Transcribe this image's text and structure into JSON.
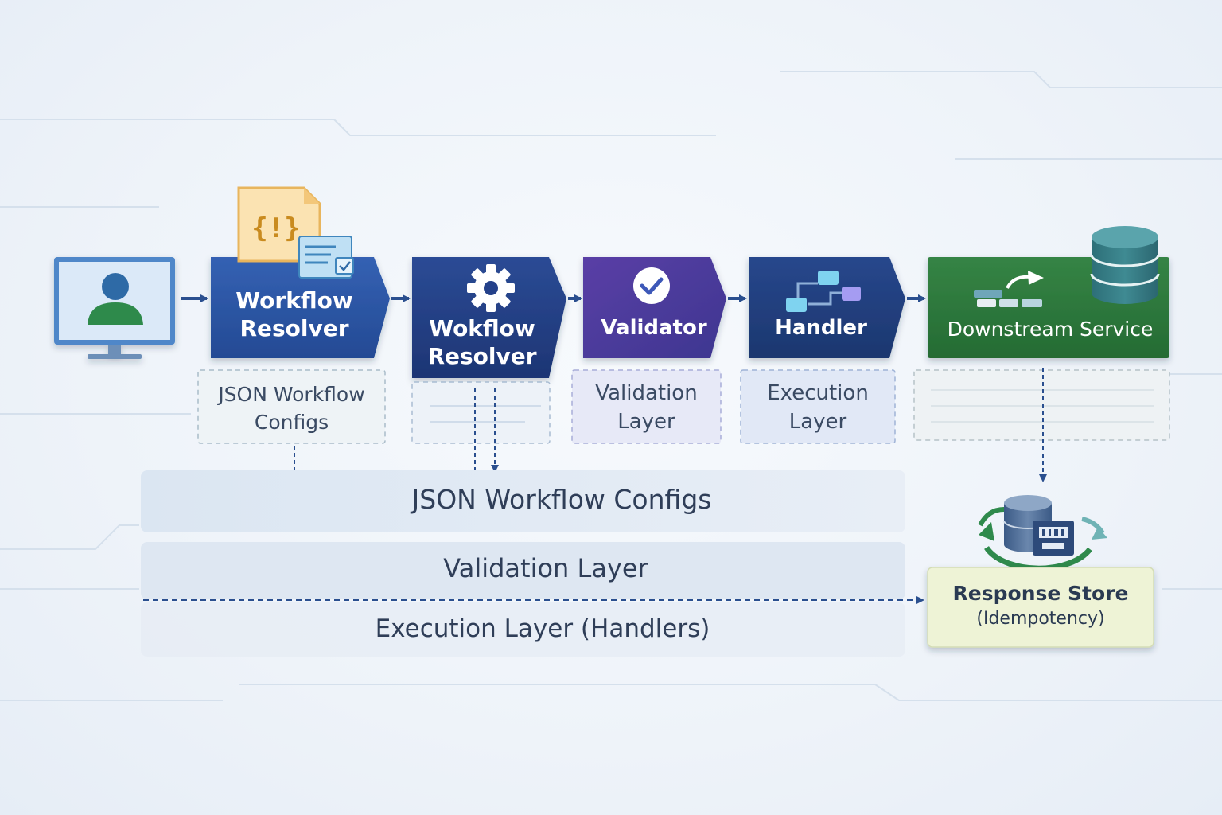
{
  "stages": [
    {
      "id": "workflow-resolver-1",
      "label_line1": "Workflow",
      "label_line2": "Resolver",
      "sub_line1": "JSON Workflow",
      "sub_line2": "Configs",
      "icon": "json-document-icon",
      "color": "#2f57a8"
    },
    {
      "id": "workflow-resolver-2",
      "label_line1": "Wokflow",
      "label_line2": "Resolver",
      "icon": "gear-icon",
      "color": "#243f86"
    },
    {
      "id": "validator",
      "label_line1": "Validator",
      "sub_line1": "Validation",
      "sub_line2": "Layer",
      "icon": "check-circle-icon",
      "color": "#4b3a98"
    },
    {
      "id": "handler",
      "label_line1": "Handler",
      "sub_line1": "Execution",
      "sub_line2": "Layer",
      "icon": "flow-nodes-icon",
      "color": "#23407f"
    },
    {
      "id": "downstream-service",
      "label_line1": "Downstream Service",
      "icon": "database-icon",
      "color": "#2f7a3c"
    }
  ],
  "client": {
    "icon": "user-monitor-icon"
  },
  "layers": {
    "configs": "JSON Workflow Configs",
    "validation": "Validation Layer",
    "execution": "Execution Layer (Handlers)"
  },
  "response_store": {
    "title": "Response Store",
    "subtitle": "(Idempotency)",
    "icon": "sync-database-icon"
  },
  "colors": {
    "arrow": "#2a4f8f",
    "resolver": "#2f57a8",
    "validator": "#4b3a98",
    "handler": "#23407f",
    "downstream": "#2f7a3c",
    "store_bg": "#eef3d6"
  }
}
